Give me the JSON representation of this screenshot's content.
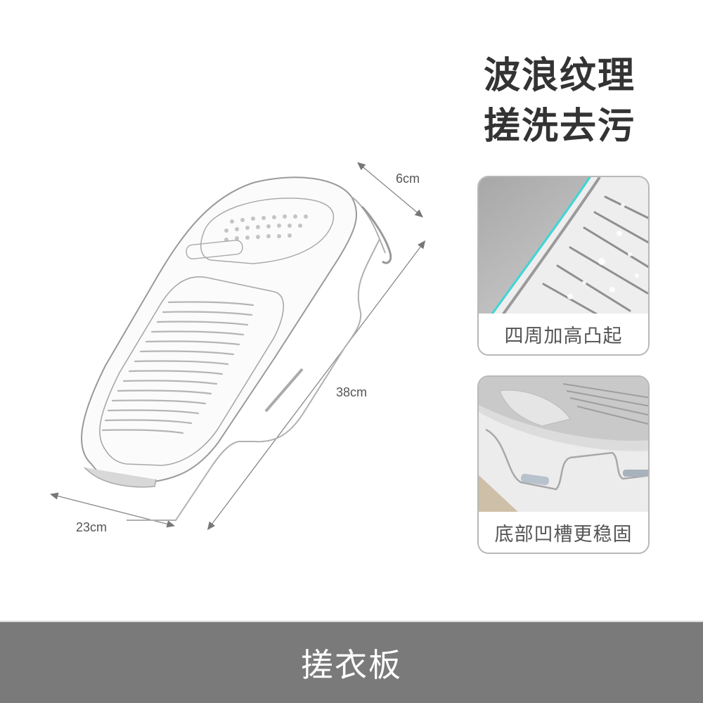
{
  "headline": {
    "line1": "波浪纹理",
    "line2": "搓洗去污"
  },
  "dimensions": {
    "height_label": "6cm",
    "length_label": "38cm",
    "width_label": "23cm"
  },
  "feature_cards": [
    {
      "caption": "四周加高凸起",
      "photo": "close-up of raised rim edge with soapy ribs",
      "accent_color": "#3fd6d6"
    },
    {
      "caption": "底部凹槽更稳固",
      "photo": "close-up of bottom groove resting on basin edge"
    }
  ],
  "footer": {
    "title": "搓衣板",
    "background_color": "#7a7a7a"
  },
  "colors": {
    "headline_text": "#333333",
    "caption_text": "#555555",
    "card_border": "#b8b8b8",
    "dimension_line": "#777777"
  }
}
